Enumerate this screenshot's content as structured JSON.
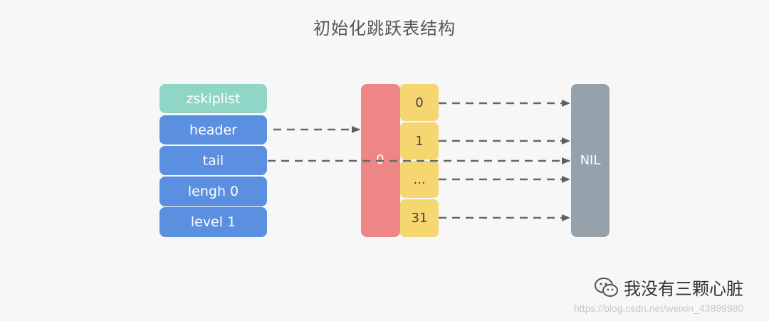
{
  "title": "初始化跳跃表结构",
  "zskiplist": {
    "label": "zskiplist",
    "fields": [
      {
        "label": "header"
      },
      {
        "label": "tail"
      },
      {
        "label": "lengh 0"
      },
      {
        "label": "level 1"
      }
    ]
  },
  "header_node": {
    "value_text": "0",
    "levels": [
      "0",
      "1",
      "...",
      "31"
    ],
    "colors": {
      "node": "#ee8686",
      "level": "#f5d671"
    }
  },
  "nil_node": {
    "label": "NIL"
  },
  "watermark": {
    "icon": "wechat-icon",
    "text": "我没有三颗心脏",
    "url": "https://blog.csdn.net/weixin_43899980"
  }
}
